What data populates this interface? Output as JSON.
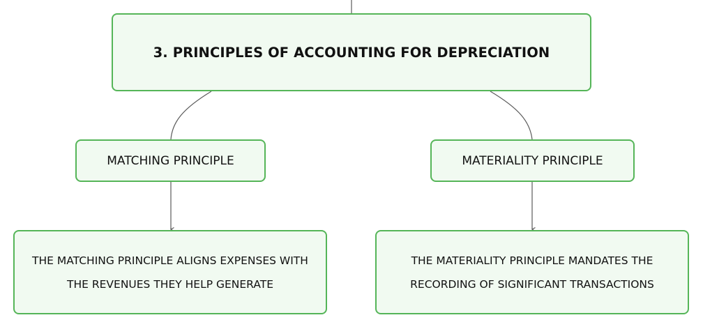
{
  "diagram": {
    "root": {
      "label": "3. PRINCIPLES OF ACCOUNTING FOR DEPRECIATION"
    },
    "branches": [
      {
        "label": "MATCHING PRINCIPLE",
        "description": "THE MATCHING PRINCIPLE ALIGNS EXPENSES WITH THE REVENUES THEY HELP GENERATE"
      },
      {
        "label": "MATERIALITY PRINCIPLE",
        "description": "THE MATERIALITY PRINCIPLE MANDATES THE RECORDING OF SIGNIFICANT TRANSACTIONS"
      }
    ],
    "colors": {
      "node_border": "#55b558",
      "node_fill": "#f1faf1",
      "connector": "#5a5a5a",
      "text": "#111111"
    }
  }
}
